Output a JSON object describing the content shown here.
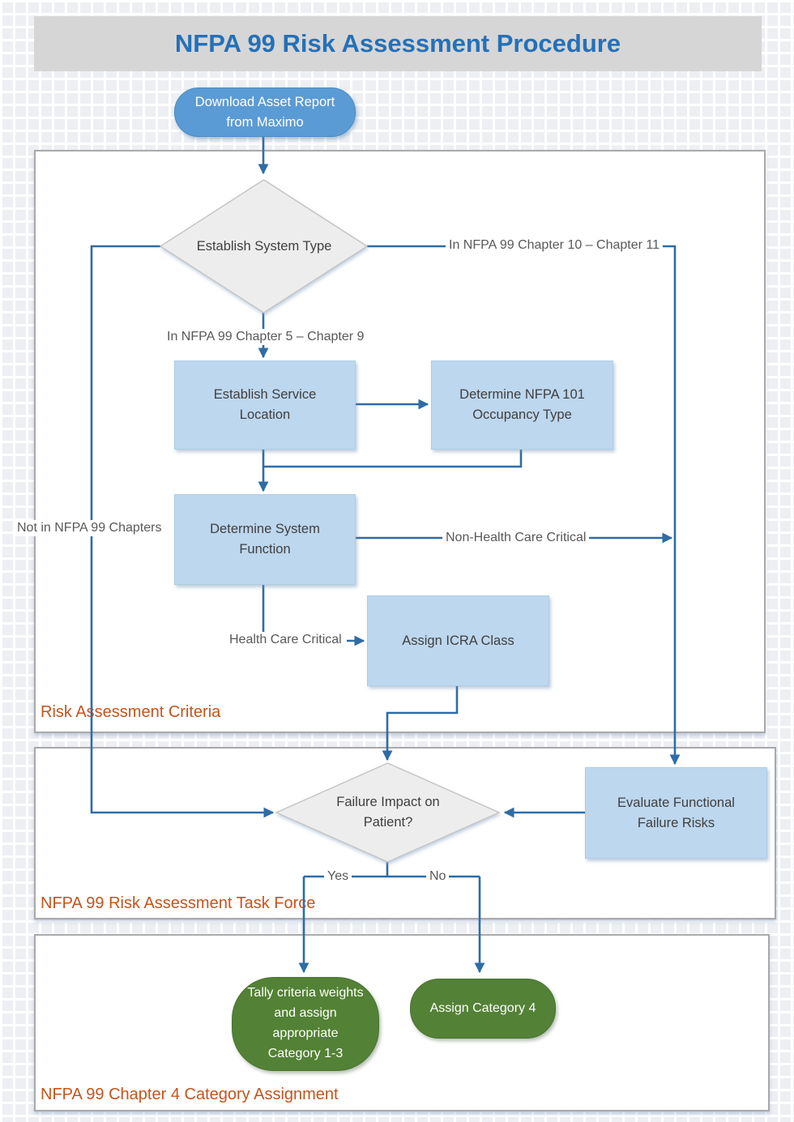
{
  "title": "NFPA 99 Risk Assessment Procedure",
  "sections": {
    "criteria": "Risk Assessment Criteria",
    "task_force": "NFPA 99 Risk Assessment Task Force",
    "category_assignment": "NFPA 99 Chapter 4 Category Assignment"
  },
  "nodes": {
    "download": "Download Asset Report from Maximo",
    "establish_system_type": "Establish System Type",
    "establish_service_location": "Establish Service Location",
    "determine_occupancy": "Determine NFPA 101 Occupancy Type",
    "determine_function": "Determine System Function",
    "assign_icra": "Assign ICRA Class",
    "failure_impact": "Failure Impact on Patient?",
    "evaluate_functional": "Evaluate Functional Failure Risks",
    "tally_criteria": "Tally criteria weights and assign appropriate Category 1-3",
    "assign_category4": "Assign Category 4"
  },
  "edge_labels": {
    "in_ch10_11": "In NFPA 99 Chapter 10 – Chapter 11",
    "in_ch5_9": "In NFPA 99 Chapter 5 – Chapter 9",
    "not_in_chapters": "Not in NFPA 99 Chapters",
    "non_health_care_critical": "Non-Health Care Critical",
    "health_care_critical": "Health Care Critical",
    "yes": "Yes",
    "no": "No"
  },
  "colors": {
    "accent_blue": "#5b9bd5",
    "light_blue": "#bdd7ee",
    "green": "#538135",
    "orange": "#c5541c",
    "title_blue": "#2570b8",
    "connector": "#2e6ca6",
    "diamond_fill": "#ededed",
    "titlebar_gray": "#d6d6d6"
  }
}
